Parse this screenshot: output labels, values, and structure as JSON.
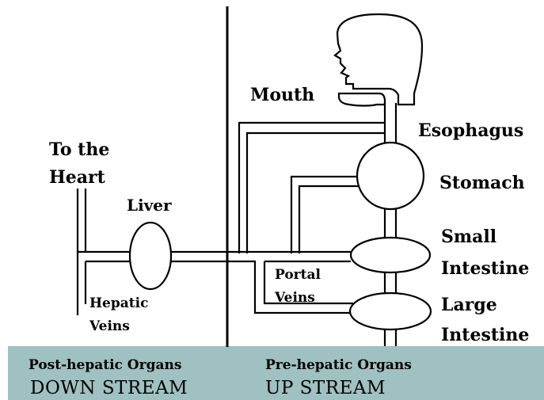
{
  "labels": {
    "mouth": "Mouth",
    "esophagus": "Esophagus",
    "stomach": "Stomach",
    "small_intestine_1": "Small",
    "small_intestine_2": "Intestine",
    "large_intestine_1": "Large",
    "large_intestine_2": "Intestine",
    "to_heart_1": "To the",
    "to_heart_2": "Heart",
    "liver": "Liver",
    "hepatic_veins_1": "Hepatic",
    "hepatic_veins_2": "Veins",
    "portal_veins_1": "Portal",
    "portal_veins_2": "Veins"
  },
  "banner": {
    "left_small": "Post-hepatic Organs",
    "left_large": "DOWN STREAM",
    "right_small": "Pre-hepatic Organs",
    "right_large": "UP STREAM"
  },
  "colors": {
    "banner_bg": "#9fc1c1",
    "line": "#000000",
    "background": "#ffffff"
  }
}
